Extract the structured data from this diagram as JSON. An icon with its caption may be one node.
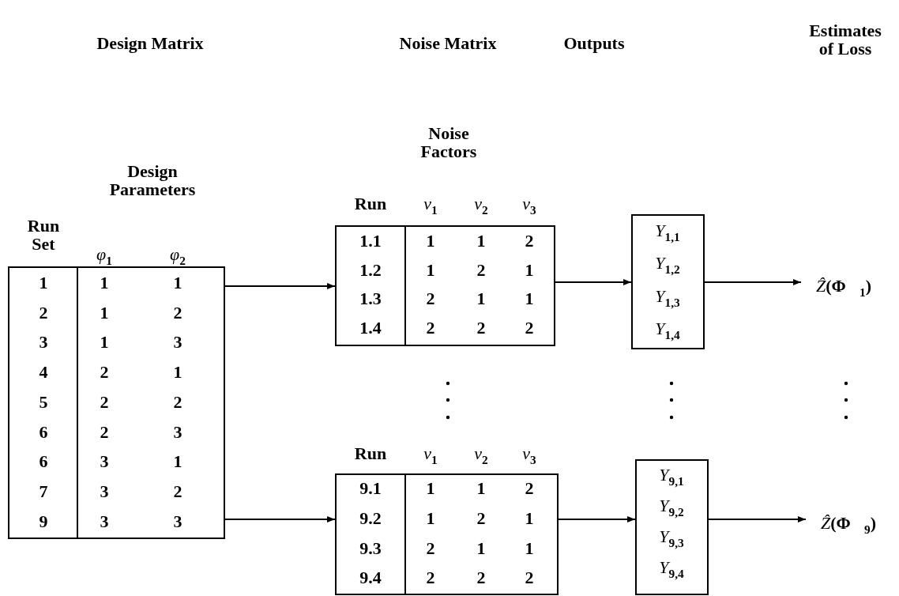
{
  "diagram": {
    "nodes": [
      {
        "text": [
          "Design Parameters",
          "Run Set",
          "*φ*$_{1}$",
          "*φ*$_{2}$",
          "1",
          "1",
          "1",
          "2",
          "1",
          "2",
          "3",
          "1",
          "3",
          "4",
          "2",
          "1",
          "5",
          "2",
          "2",
          "6",
          "2",
          "3",
          "6",
          "3",
          "1",
          "7",
          "3",
          "2",
          "9",
          "3",
          "3"
        ]
      },
      {
        "text": [
          "Noise Factors",
          "Run",
          "*ν*$_{1}$",
          "*ν*$_{2}$",
          "*ν*$_{3}$",
          "1.1",
          "1",
          "1",
          "2",
          "1.2",
          "1",
          "2",
          "1",
          "1.3",
          "2",
          "1",
          "1",
          "1.4",
          "2",
          "2",
          "2"
        ]
      },
      {
        "text": [
          "Run",
          "*ν*$_{1}$",
          "*ν*$_{2}$",
          "*ν*$_{3}$",
          "9.1",
          "1",
          "1",
          "2",
          "9.2",
          "1",
          "2",
          "1",
          "9.3",
          "2",
          "1",
          "1",
          "9.4",
          "2",
          "2",
          "2"
        ]
      },
      {
        "text": [
          "*Y*$_{1,1}$",
          "*Y*$_{1,2}$",
          "*Y*$_{1,3}$",
          "*Y*$_{1,4}$"
        ]
      },
      {
        "text": [
          "*Y*$_{9,1}$",
          "*Y*$_{9,2}$",
          "*Y*$_{9,3}$",
          "*Y*$_{9,4}$"
        ]
      },
      {
        "text": [
          "*Ẑ*(**Φ⃗**$_{1}$)"
        ]
      },
      {
        "text": [
          "*Ẑ*(**Φ⃗**$_{9}$)"
        ]
      }
    ],
    "edges": [
      {
        "from": 0,
        "to": 1,
        "arrow": "to"
      },
      {
        "from": 0,
        "to": 2,
        "arrow": "to"
      },
      {
        "from": 1,
        "to": 3,
        "arrow": "to"
      },
      {
        "from": 2,
        "to": 4,
        "arrow": "to"
      },
      {
        "from": 3,
        "to": 5,
        "arrow": "to"
      },
      {
        "from": 4,
        "to": 6,
        "arrow": "to"
      }
    ],
    "labels": [
      "Design Matrix",
      "Noise Matrix",
      "Outputs",
      "Estimates of Loss"
    ]
  }
}
